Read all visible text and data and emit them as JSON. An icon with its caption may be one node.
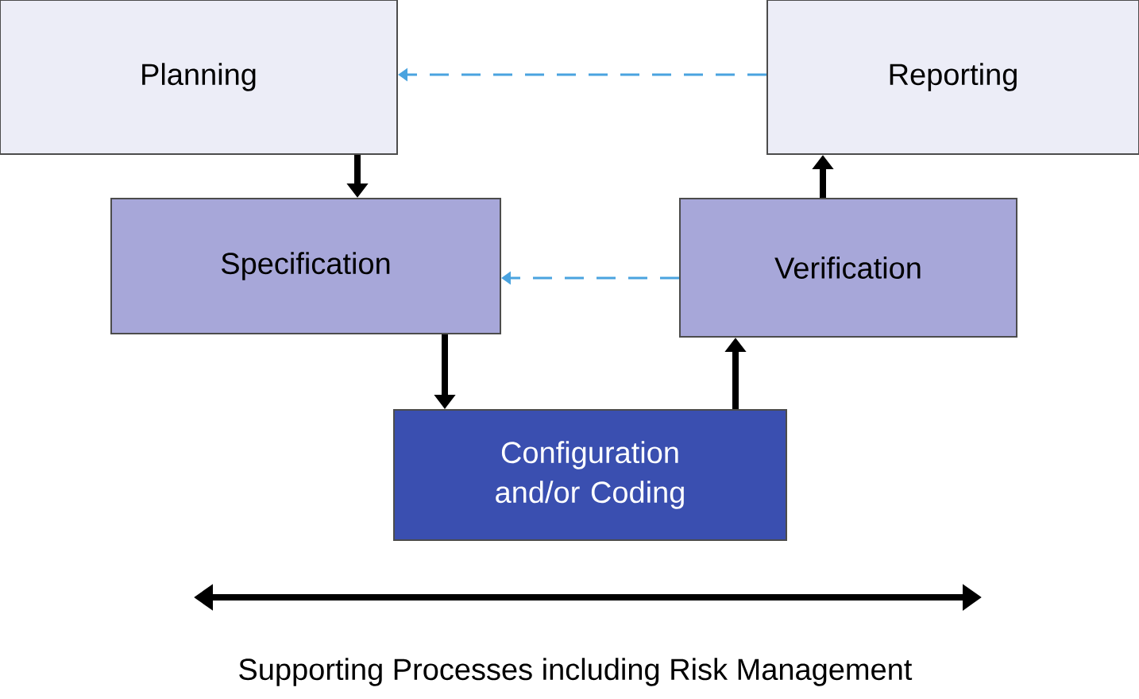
{
  "diagram": {
    "nodes": [
      {
        "text": [
          "Planning"
        ]
      },
      {
        "text": [
          "Reporting"
        ]
      },
      {
        "text": [
          "Specification"
        ]
      },
      {
        "text": [
          "Verification"
        ]
      },
      {
        "text": [
          "Configuration and/or Coding"
        ]
      }
    ],
    "edges": [
      {
        "from": 1,
        "to": 0,
        "arrow": "to",
        "style": "dashed",
        "color": "#4aa3df"
      },
      {
        "from": 0,
        "to": 2,
        "arrow": "to"
      },
      {
        "from": 3,
        "to": 2,
        "arrow": "to",
        "style": "dashed",
        "color": "#4aa3df"
      },
      {
        "from": 2,
        "to": 4,
        "arrow": "to"
      },
      {
        "from": 4,
        "to": 3,
        "arrow": "to"
      },
      {
        "from": 3,
        "to": 1,
        "arrow": "to"
      }
    ],
    "labels": [
      "Supporting Processes including Risk Management"
    ]
  }
}
